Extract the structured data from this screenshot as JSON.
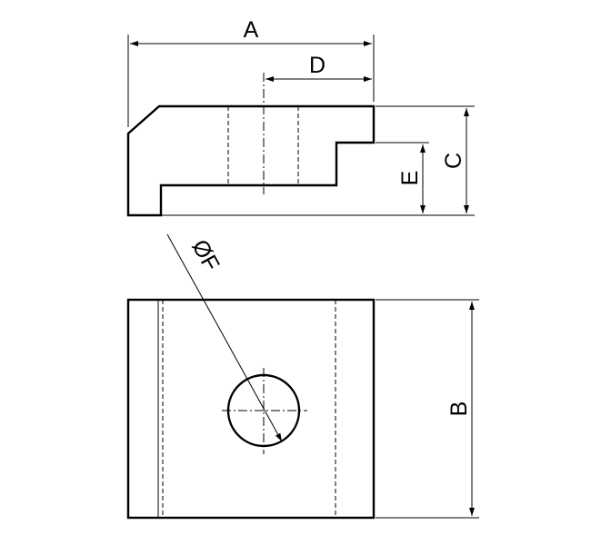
{
  "labels": {
    "A": "A",
    "B": "B",
    "C": "C",
    "D": "D",
    "E": "E",
    "F": "ØF"
  }
}
